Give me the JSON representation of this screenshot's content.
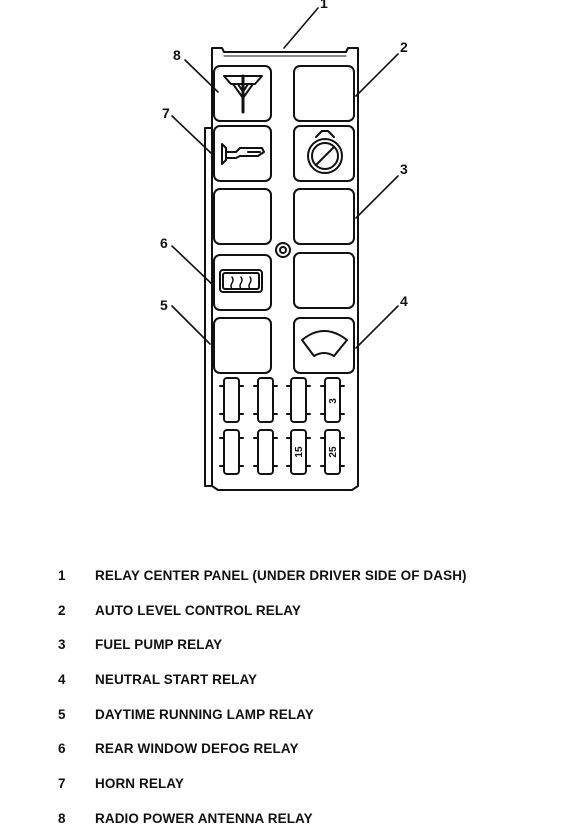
{
  "callouts": [
    "1",
    "2",
    "3",
    "4",
    "5",
    "6",
    "7",
    "8"
  ],
  "fuse_labels": [
    "3",
    "15",
    "25"
  ],
  "legend": [
    {
      "num": "1",
      "text": "RELAY CENTER PANEL (UNDER DRIVER SIDE OF DASH)"
    },
    {
      "num": "2",
      "text": "AUTO LEVEL CONTROL RELAY"
    },
    {
      "num": "3",
      "text": "FUEL PUMP RELAY"
    },
    {
      "num": "4",
      "text": "NEUTRAL START RELAY"
    },
    {
      "num": "5",
      "text": "DAYTIME RUNNING LAMP RELAY"
    },
    {
      "num": "6",
      "text": "REAR WINDOW DEFOG RELAY"
    },
    {
      "num": "7",
      "text": "HORN RELAY"
    },
    {
      "num": "8",
      "text": "RADIO POWER ANTENNA RELAY"
    }
  ],
  "icons": {
    "radio_power_antenna_relay": "antenna-icon",
    "auto_level_control_relay": "blank",
    "horn_relay": "horn-icon",
    "fuel_pump_relay": "fuel-gauge-icon",
    "rear_window_defog_relay": "defog-icon",
    "neutral_start_relay": "arc-gauge-icon"
  },
  "colors": {
    "line": "#111111",
    "background": "#ffffff"
  }
}
